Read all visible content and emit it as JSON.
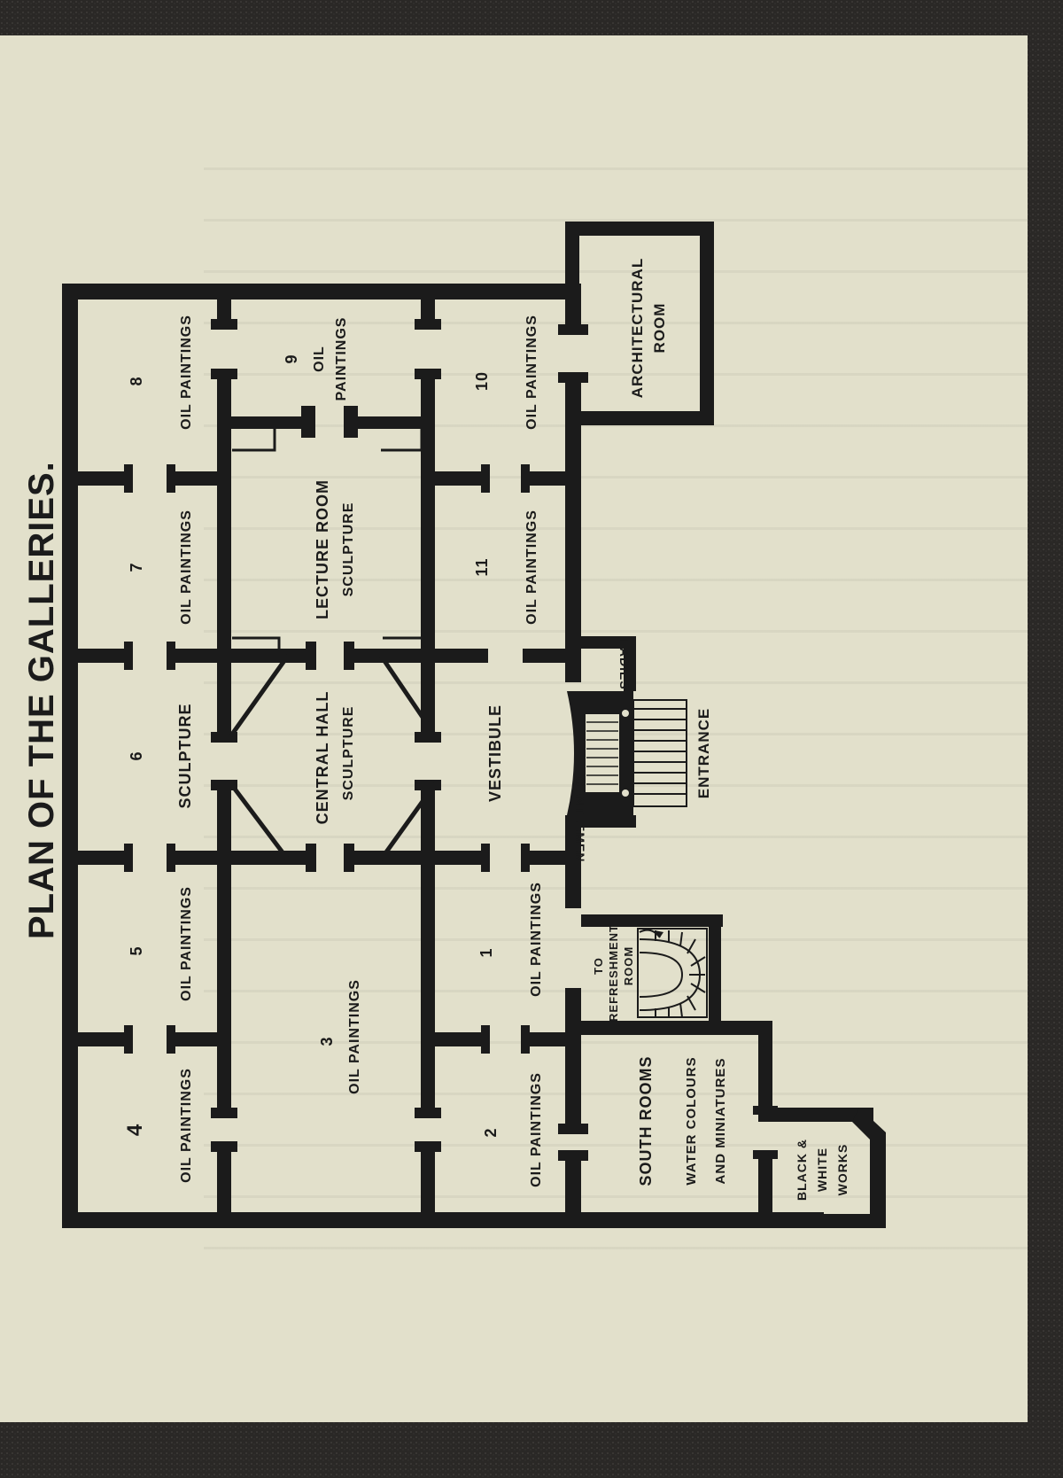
{
  "title": "PLAN OF THE GALLERIES.",
  "rooms": {
    "r4": {
      "num": "4",
      "label": "OIL PAINTINGS"
    },
    "r5": {
      "num": "5",
      "label": "OIL PAINTINGS"
    },
    "r6": {
      "num": "6",
      "label": "SCULPTURE"
    },
    "r7": {
      "num": "7",
      "label": "OIL PAINTINGS"
    },
    "r8": {
      "num": "8",
      "label": "OIL PAINTINGS"
    },
    "r3": {
      "num": "3",
      "label": "OIL PAINTINGS"
    },
    "central_hall": {
      "label": "CENTRAL HALL",
      "sub": "SCULPTURE"
    },
    "lecture_room": {
      "label": "LECTURE ROOM",
      "sub": "SCULPTURE"
    },
    "r9": {
      "num": "9",
      "label1": "OIL",
      "label2": "PAINTINGS"
    },
    "r2": {
      "num": "2",
      "label": "OIL PAINTINGS"
    },
    "r1": {
      "num": "1",
      "label": "OIL PAINTINGS"
    },
    "vestibule": {
      "label": "VESTIBULE"
    },
    "r11": {
      "num": "11",
      "label": "OIL PAINTINGS"
    },
    "r10": {
      "num": "10",
      "label": "OIL PAINTINGS"
    },
    "architectural": {
      "label1": "ARCHITECTURAL",
      "label2": "ROOM"
    },
    "refreshment": {
      "label1": "TO",
      "label2": "REFRESHMENT",
      "label3": "ROOM"
    },
    "ladies": {
      "label": "LADIES"
    },
    "gentlemen": {
      "label": "GENTLEMEN"
    },
    "entrance": {
      "label": "ENTRANCE"
    },
    "south_rooms": {
      "label": "SOUTH ROOMS",
      "sub1": "WATER COLOURS",
      "sub2": "AND MINIATURES"
    },
    "black_white": {
      "label1": "BLACK &",
      "label2": "WHITE",
      "label3": "WORKS"
    }
  }
}
